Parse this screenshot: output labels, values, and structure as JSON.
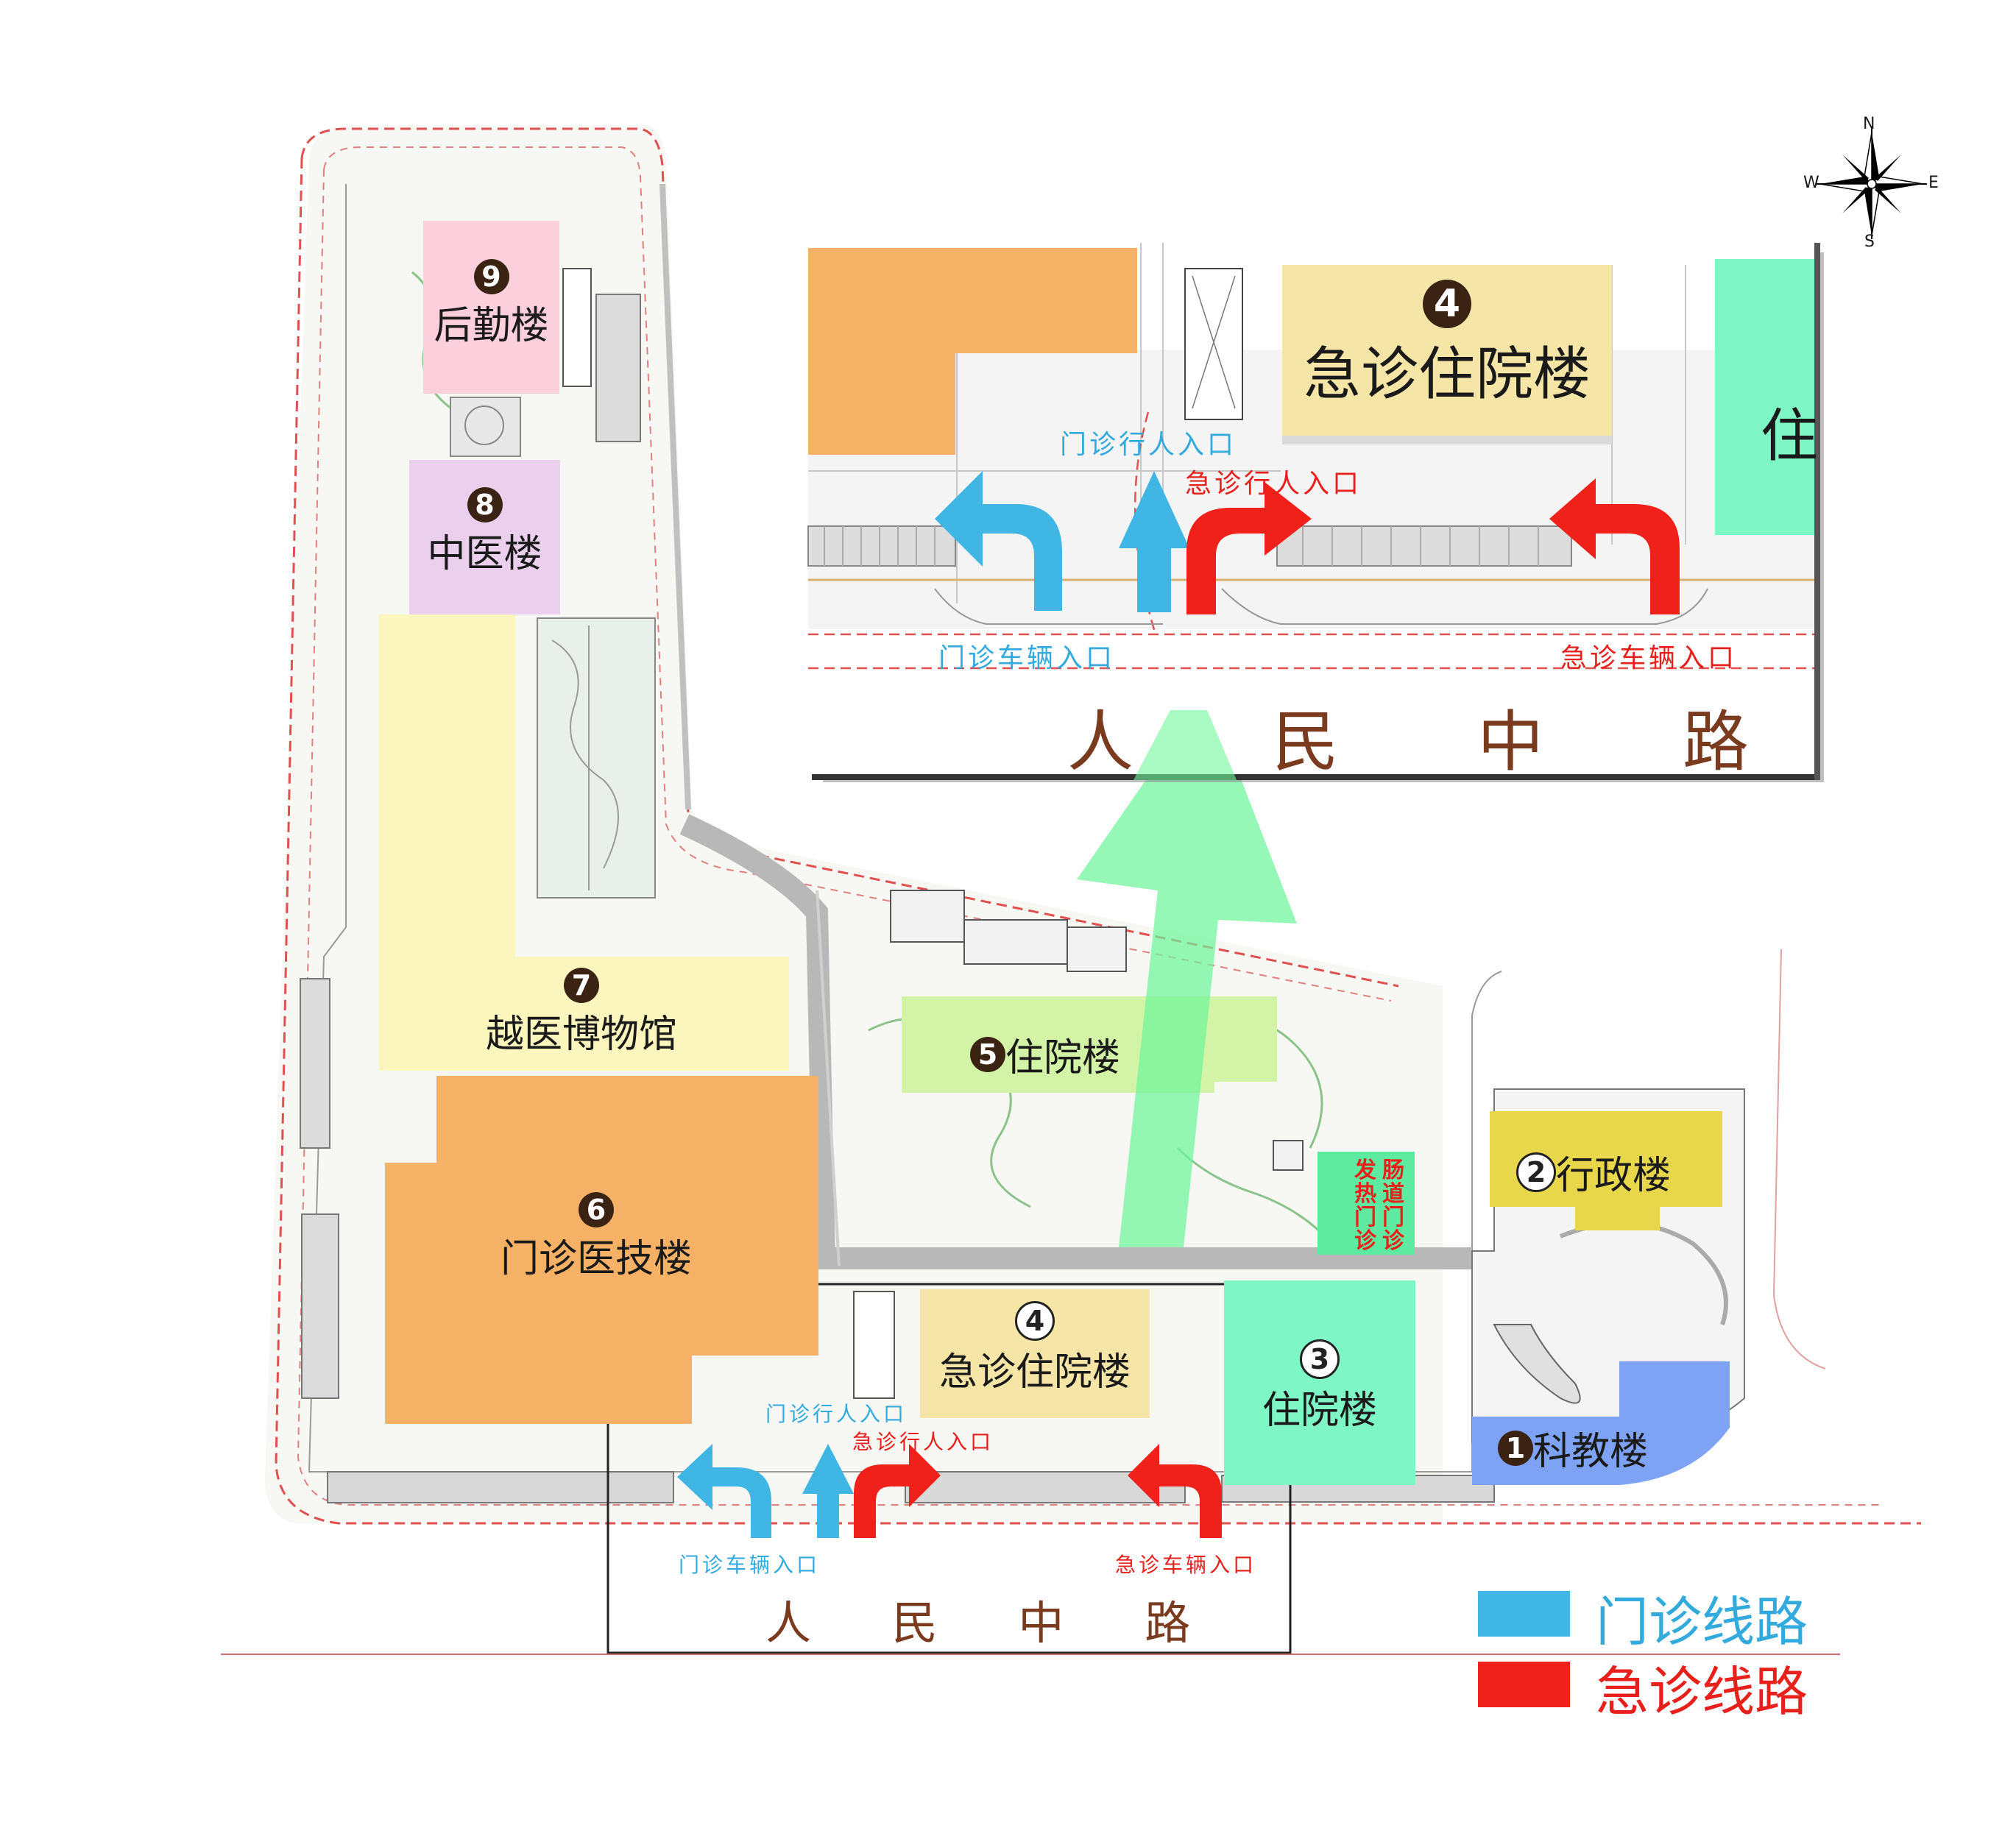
{
  "buildings": [
    {
      "num": "9",
      "name": "后勤楼"
    },
    {
      "num": "8",
      "name": "中医楼"
    },
    {
      "num": "7",
      "name": "越医博物馆"
    },
    {
      "num": "6",
      "name": "门诊医技楼"
    },
    {
      "num": "5",
      "name": "住院楼"
    },
    {
      "num": "4",
      "name": "急诊住院楼"
    },
    {
      "num": "3",
      "name": "住院楼"
    },
    {
      "num": "2",
      "name": "行政楼"
    },
    {
      "num": "1",
      "name": "科教楼"
    }
  ],
  "fever_clinic": {
    "col1": "发热门诊",
    "col2": "肠道门诊"
  },
  "labels": {
    "outpatient_pedestrian_entrance": "门诊行人入口",
    "emergency_pedestrian_entrance": "急诊行人入口",
    "outpatient_vehicle_entrance": "门诊车辆入口",
    "emergency_vehicle_entrance": "急诊车辆入口",
    "road_name": "人 民 中 路"
  },
  "inset": {
    "building_num": "4",
    "building_name": "急诊住院楼",
    "partial_building": "住"
  },
  "legend": [
    {
      "label": "门诊线路",
      "color": "#3fb6e4"
    },
    {
      "label": "急诊线路",
      "color": "#f0201a"
    }
  ],
  "compass": {
    "n": "N",
    "s": "S",
    "e": "E",
    "w": "W"
  },
  "colors": {
    "outpatient": "#3fb6e4",
    "emergency": "#f0201a",
    "green_arrow": "#6ef59a",
    "road_text": "#7a3a1e"
  }
}
